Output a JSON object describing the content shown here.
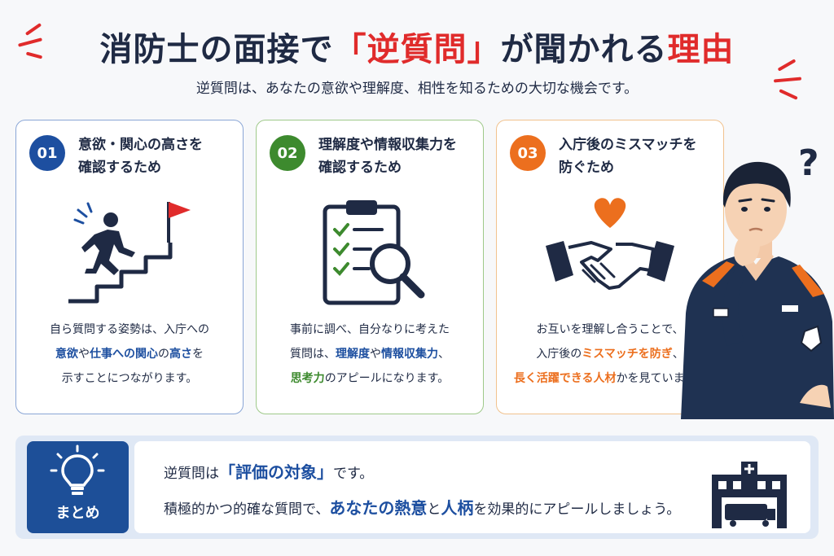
{
  "header": {
    "title_part1": "消防士の面接で",
    "title_highlight": "「逆質問」",
    "title_part2": "が聞かれる",
    "title_highlight2": "理由",
    "subtitle": "逆質問は、あなたの意欲や理解度、相性を知るための大切な機会です。"
  },
  "colors": {
    "navy": "#1f2a44",
    "red": "#e02b2b",
    "blue": "#1d4fa0",
    "green": "#3d8a2e",
    "orange": "#ec6f1e"
  },
  "cards": [
    {
      "number": "01",
      "heading_line1": "意欲・関心の高さを",
      "heading_line2": "確認するため",
      "icon": "stairs-climbing-flag-icon",
      "body": {
        "l1": "自ら質問する姿勢は、入庁への",
        "l2_a": "意欲",
        "l2_b": "や",
        "l2_c": "仕事への関心",
        "l2_d": "の",
        "l2_e": "高さ",
        "l2_f": "を",
        "l3": "示すことにつながります。"
      }
    },
    {
      "number": "02",
      "heading_line1": "理解度や情報収集力を",
      "heading_line2": "確認するため",
      "icon": "clipboard-magnifier-icon",
      "body": {
        "l1": "事前に調べ、自分なりに考えた",
        "l2_a": "質問は、",
        "l2_b": "理解度",
        "l2_c": "や",
        "l2_d": "情報収集力",
        "l2_e": "、",
        "l3_a": "思考力",
        "l3_b": "のアピールになります。"
      }
    },
    {
      "number": "03",
      "heading_line1": "入庁後のミスマッチを",
      "heading_line2": "防ぐため",
      "icon": "handshake-heart-icon",
      "body": {
        "l1": "お互いを理解し合うことで、",
        "l2_a": "入庁後の",
        "l2_b": "ミスマッチを防ぎ",
        "l2_c": "、",
        "l3_a": "長く活躍できる人材",
        "l3_b": "かを見ています。"
      }
    }
  ],
  "summary": {
    "label": "まとめ",
    "line1_a": "逆質問は",
    "line1_b": "「評価の対象」",
    "line1_c": "です。",
    "line2_a": "積極的かつ的確な質問で、",
    "line2_b": "あなたの熱意",
    "line2_c": "と",
    "line2_d": "人柄",
    "line2_e": "を効果的にアピールしましょう。"
  }
}
